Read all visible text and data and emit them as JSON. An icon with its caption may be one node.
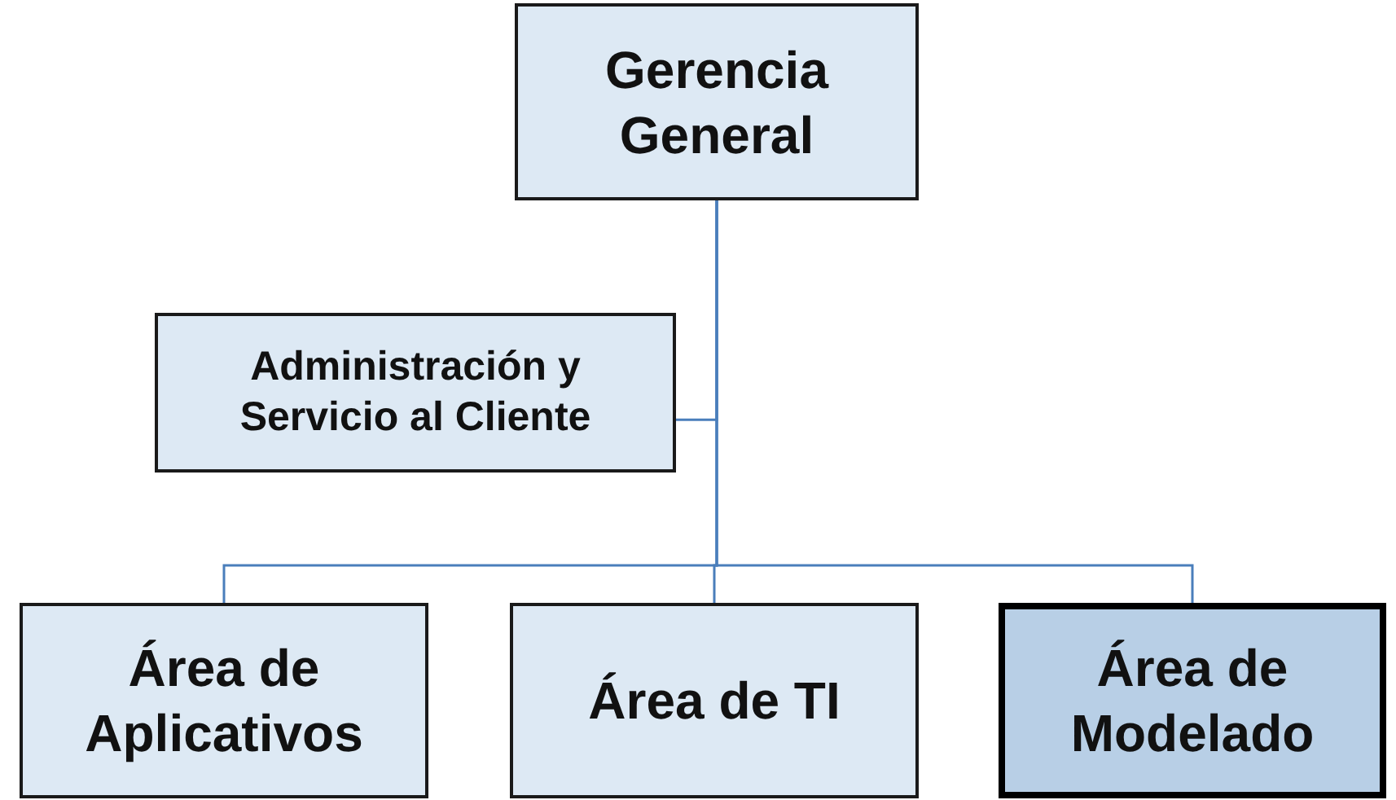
{
  "diagram": {
    "nodes": [
      {
        "text": [
          "Gerencia General"
        ]
      },
      {
        "text": [
          "Administración y Servicio al Cliente"
        ]
      },
      {
        "text": [
          "Área de Aplicativos"
        ]
      },
      {
        "text": [
          "Área de TI"
        ]
      },
      {
        "text": [
          "Área de Modelado"
        ]
      }
    ],
    "edges": [
      {
        "from": 0,
        "to": 1,
        "arrow": "none"
      },
      {
        "from": 0,
        "to": 2,
        "arrow": "none"
      },
      {
        "from": 0,
        "to": 3,
        "arrow": "none"
      },
      {
        "from": 0,
        "to": 4,
        "arrow": "none"
      }
    ]
  }
}
